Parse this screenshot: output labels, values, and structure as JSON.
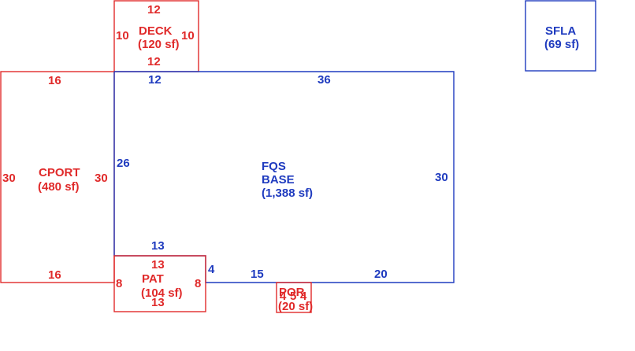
{
  "colors": {
    "exterior": "#e02a2a",
    "living": "#1f3bbf",
    "background": "#ffffff"
  },
  "areas": {
    "deck": {
      "name": "DECK",
      "area": "(120 sf)",
      "dims": {
        "top": "12",
        "bottom": "12",
        "left": "10",
        "right": "10"
      }
    },
    "cport": {
      "name": "CPORT",
      "area": "(480 sf)",
      "dims": {
        "top": "16",
        "bottom": "16",
        "left": "30",
        "right": "30"
      }
    },
    "base": {
      "name1": "FQS",
      "name2": "BASE",
      "area": "(1,388 sf)",
      "dims": {
        "top_left": "12",
        "top": "36",
        "left": "26",
        "right": "30",
        "notch_top": "13",
        "notch_side": "4",
        "bottom_mid": "15",
        "bottom_right": "20"
      }
    },
    "pat": {
      "name": "PAT",
      "area": "(104 sf)",
      "dims": {
        "top": "13",
        "bottom": "13",
        "left": "8",
        "right": "8"
      }
    },
    "por": {
      "name": "POR",
      "area": "(20 sf)",
      "dims": {
        "a": "4",
        "b": "5",
        "c": "4"
      }
    },
    "sfla": {
      "name": "SFLA",
      "area": "(69 sf)"
    }
  }
}
